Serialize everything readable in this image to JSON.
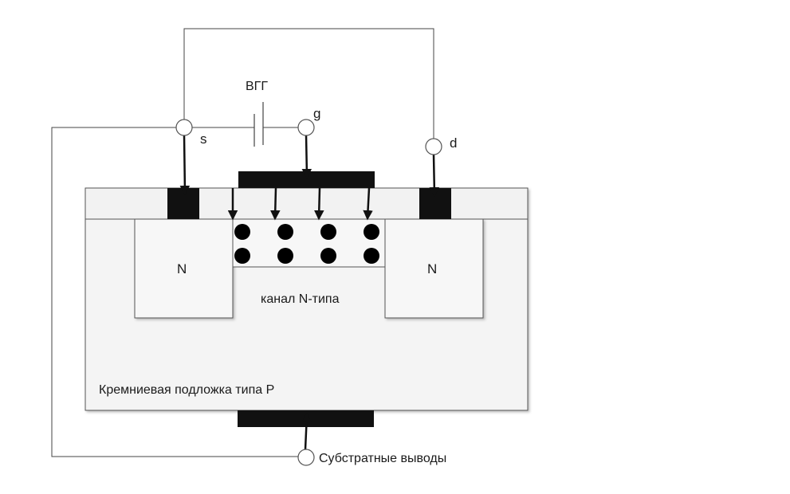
{
  "labels": {
    "source": "s",
    "gate": "g",
    "drain": "d",
    "battery": "ВГГ",
    "n_left": "N",
    "n_right": "N",
    "channel": "канал N-типа",
    "substrate": "Кремниевая подложка типа P",
    "substrate_terminal": "Субстратные выводы"
  },
  "colors": {
    "line": "#444444",
    "metal": "#111111",
    "body_fill": "#f4f4f4",
    "region_fill": "#f7f7f7"
  },
  "electron_grid": {
    "rows": 2,
    "cols": 4
  }
}
